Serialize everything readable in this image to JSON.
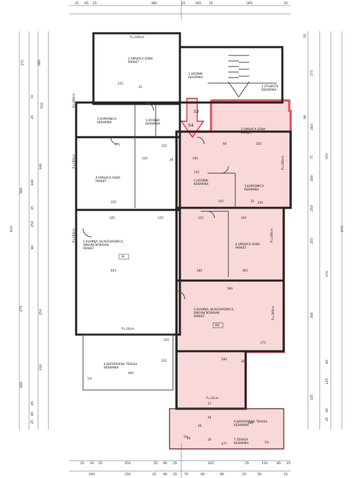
{
  "rooms": [
    {
      "id": "r1",
      "lines": [
        "2.SPAVAĆA SOBA",
        "PARKET"
      ]
    },
    {
      "id": "r2",
      "lines": [
        "1.HODNIK",
        "KERAMIKA"
      ]
    },
    {
      "id": "r3",
      "lines": [
        "2.STUBIŠTE",
        "KERAMIKA"
      ]
    },
    {
      "id": "r4",
      "lines": [
        "3.KUPAONICA",
        "KERAMIKA"
      ]
    },
    {
      "id": "r5",
      "lines": [
        "1.HODNIK",
        "KERAMIKA"
      ]
    },
    {
      "id": "r6",
      "lines": [
        "2.SPAVAĆA SOBA",
        "PARKET"
      ]
    },
    {
      "id": "r7",
      "lines": [
        "4.SPAVAĆA SOBA",
        "PARKET"
      ]
    },
    {
      "id": "r8",
      "lines": [
        "1.HODNIK",
        "KERAMIKA"
      ]
    },
    {
      "id": "r9",
      "lines": [
        "3.KUPAONICA",
        "KERAMIKA"
      ]
    },
    {
      "id": "r10",
      "lines": [
        "5.KUHINJA, BLAGOVAONICA,",
        "DNEVNI BORAVAK",
        "PARKET"
      ]
    },
    {
      "id": "r11",
      "lines": [
        "4.SPAVAĆA SOBA",
        "PARKET"
      ]
    },
    {
      "id": "r12",
      "lines": [
        "5.KUHINJA, BLAGOVAONICA,",
        "DNEVNI BORAVAK",
        "PARKET"
      ]
    },
    {
      "id": "r13",
      "lines": [
        "6.NATKRIVENA TERASA",
        "KERAMIKA"
      ]
    },
    {
      "id": "r14",
      "lines": [
        "6.NATKRIVENA TERASA",
        "KERAMIKA"
      ]
    },
    {
      "id": "r15",
      "lines": [
        "7.TERASA",
        "KERAMIKA"
      ]
    }
  ],
  "tags": {
    "s3": "S3",
    "s4": "S4",
    "m_left": "M",
    "m_right": "M1"
  },
  "window_labels": [
    "P=100cm",
    "P=100cm",
    "P=100cm",
    "P=100cm",
    "P=100cm",
    "P=100cm",
    "P=100cm",
    "P=10cm",
    "P=10cm"
  ],
  "slopes": [
    "1%",
    "1%",
    "1%"
  ],
  "dims_top": [
    "25",
    "65",
    "25",
    "380",
    "25",
    "165",
    "25",
    "365",
    "25"
  ],
  "dims_bottom_1": [
    "25",
    "50",
    "25",
    "250",
    "25",
    "85",
    "25",
    "325",
    "25",
    "150",
    "85",
    "25"
  ],
  "dims_bottom_2": [
    "100",
    "250",
    "25",
    "85",
    "25",
    "70",
    "85",
    "85",
    "25",
    "50",
    "25"
  ],
  "dims_left": [
    "375",
    "280",
    "70",
    "150",
    "25",
    "560",
    "160",
    "190",
    "45",
    "250",
    "80",
    "275",
    "250",
    "310",
    "446",
    "85",
    "85",
    "25",
    "970"
  ],
  "dims_right": [
    "50",
    "375",
    "90",
    "240",
    "555",
    "75",
    "300",
    "250",
    "970",
    "255",
    "370",
    "300",
    "85",
    "125",
    "335",
    "85",
    "25"
  ],
  "interior_dims": [
    "225",
    "35",
    "90",
    "265",
    "120",
    "30",
    "100",
    "175",
    "125",
    "155",
    "145",
    "35",
    "335",
    "250",
    "345",
    "125",
    "345",
    "405",
    "180",
    "305",
    "580",
    "120",
    "580",
    "232",
    "495",
    "175",
    "360",
    "17",
    "40",
    "477",
    "100",
    "40",
    "40",
    "20",
    "125"
  ],
  "colors": {
    "wall": "#222222",
    "highlight": "#d8333b"
  }
}
